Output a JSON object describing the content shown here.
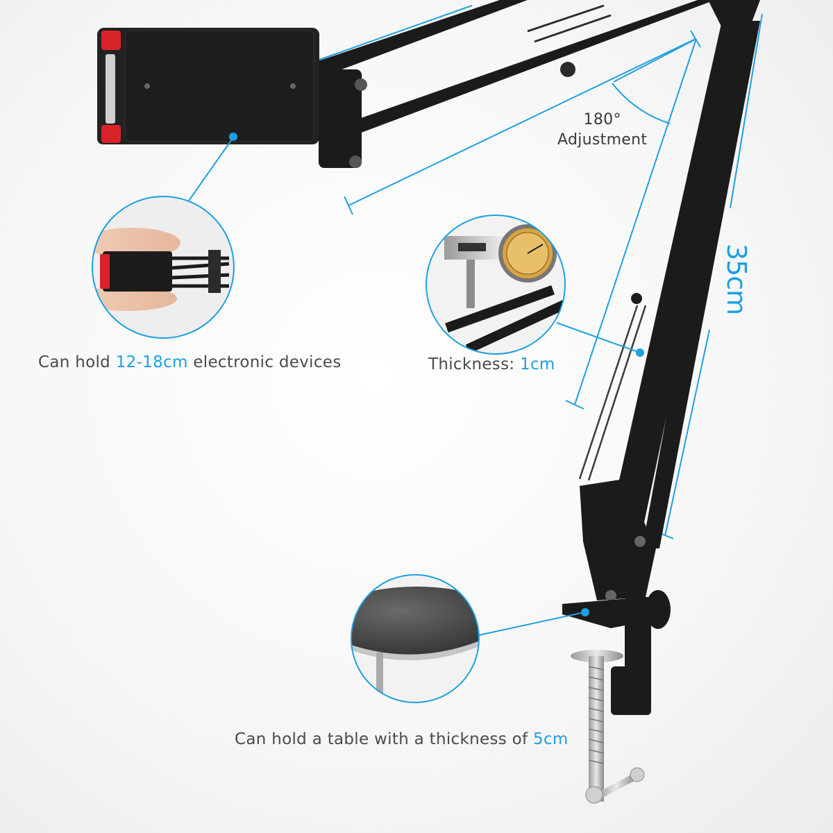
{
  "colors": {
    "accent": "#1da0e0",
    "text": "#4a4a4a",
    "arm": "#1b1b1b",
    "holder_grip": "#d8232a"
  },
  "callouts": {
    "device": {
      "prefix": "Can hold ",
      "highlight": "12-18cm",
      "suffix": " electronic devices"
    },
    "thickness": {
      "prefix": "Thickness: ",
      "highlight": "1cm"
    },
    "table": {
      "prefix": "Can hold a table with a thickness of ",
      "highlight": "5cm"
    }
  },
  "angle": {
    "value": "180°",
    "label": "Adjustment"
  },
  "length": {
    "value": "35cm"
  },
  "icons": [
    "measure-line-icon",
    "zoom-circle-icon",
    "angle-arc-icon"
  ]
}
